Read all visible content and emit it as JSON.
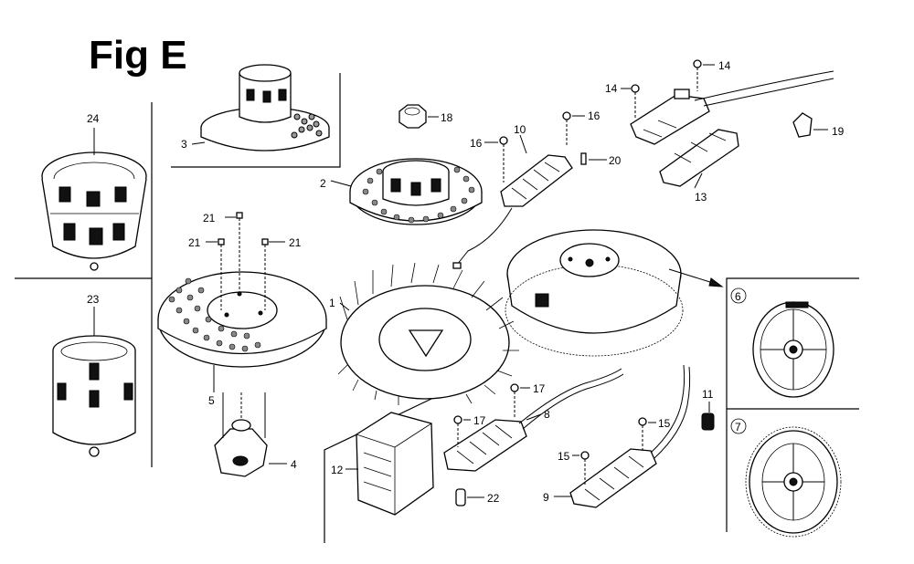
{
  "figure": {
    "title": "Fig E"
  },
  "callouts": {
    "p1": "1",
    "p2": "2",
    "p3": "3",
    "p4": "4",
    "p5": "5",
    "p8": "8",
    "p9": "9",
    "p10": "10",
    "p11": "11",
    "p12": "12",
    "p13": "13",
    "p14a": "14",
    "p14b": "14",
    "p15a": "15",
    "p15b": "15",
    "p16a": "16",
    "p16b": "16",
    "p17a": "17",
    "p17b": "17",
    "p18": "18",
    "p19": "19",
    "p20": "20",
    "p21a": "21",
    "p21b": "21",
    "p21c": "21",
    "p22": "22",
    "p23": "23",
    "p24": "24",
    "p6": "6",
    "p7": "7"
  }
}
